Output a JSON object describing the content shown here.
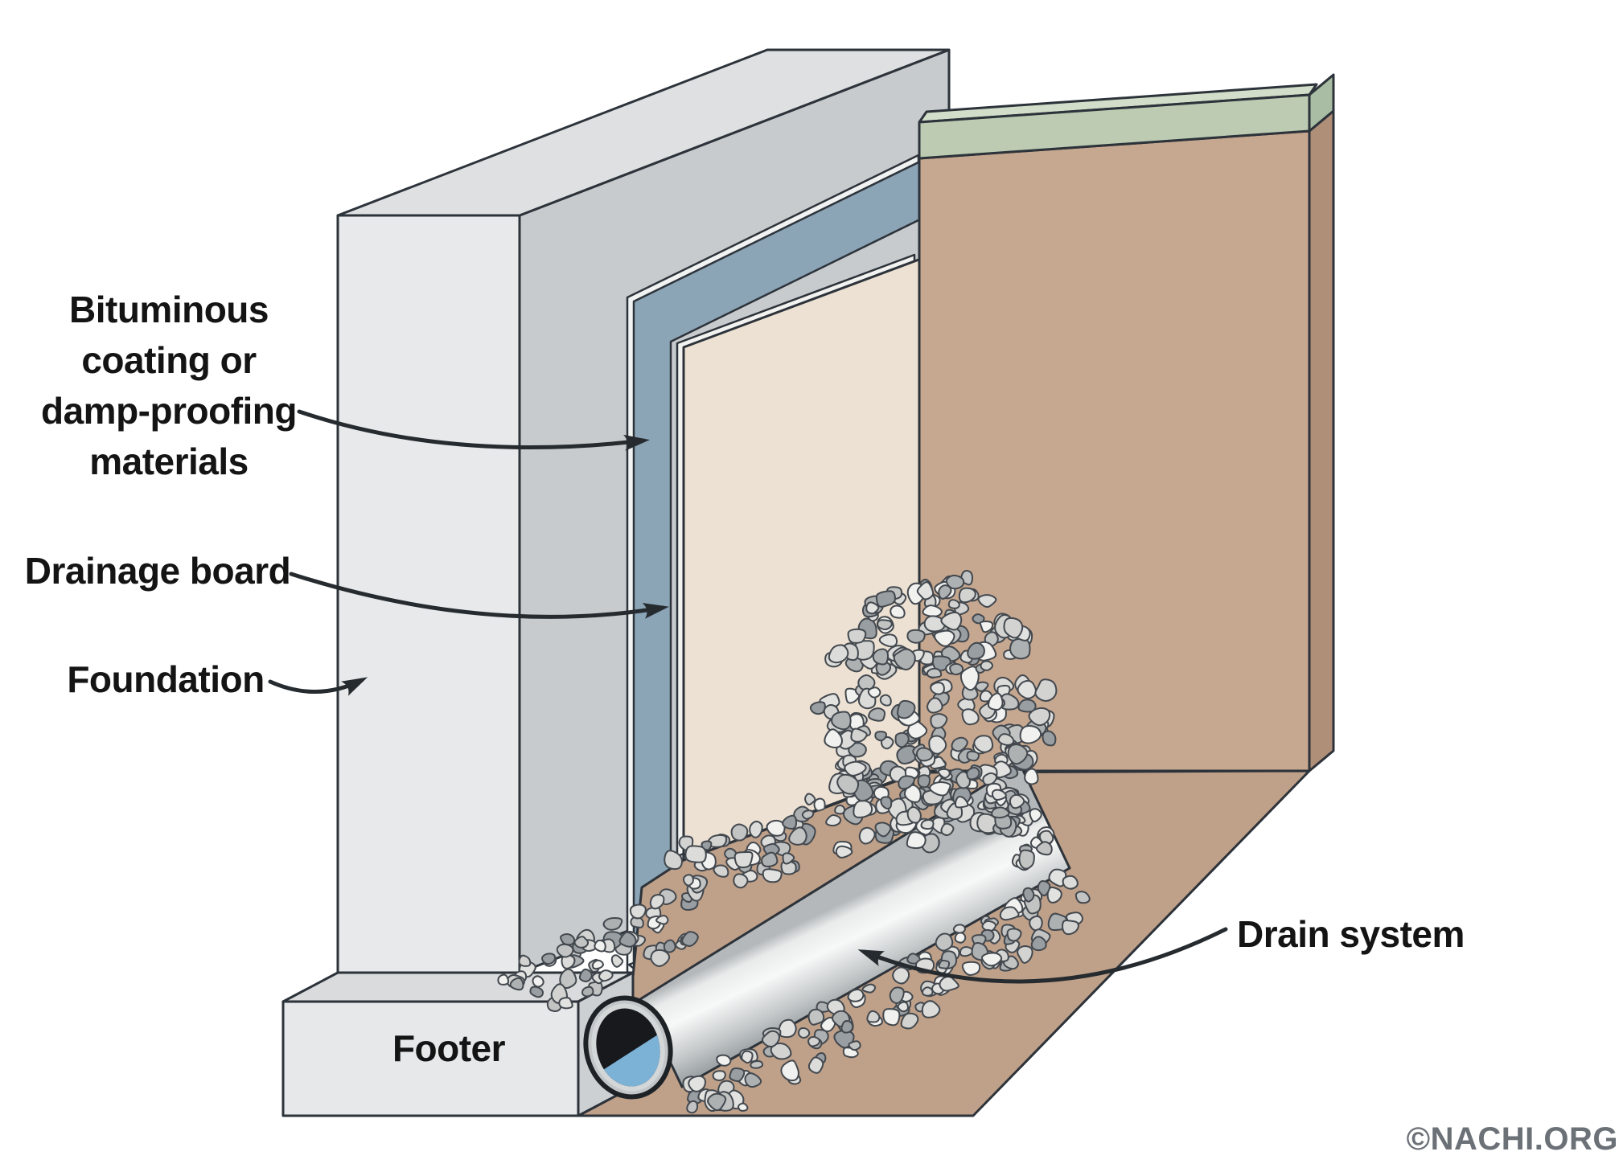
{
  "diagram": {
    "type": "cutaway-construction-diagram",
    "subject": "Foundation exterior damp-proofing and drain system",
    "copyright": "©NACHI.ORG",
    "labels": {
      "bituminous": {
        "line1": "Bituminous",
        "line2": "coating or",
        "line3": "damp-proofing",
        "line4": "materials"
      },
      "drainage_board": "Drainage board",
      "foundation": "Foundation",
      "footer": "Footer",
      "drain_system": "Drain system"
    },
    "colors": {
      "outline": "#2d333a",
      "foundation_front": "#e8e9ea",
      "foundation_top": "#dee0e1",
      "foundation_side": "#c8cbcd",
      "coating_light": "#f1f2f2",
      "board_blue": "#8ba4b6",
      "backfill_cream": "#ede1d3",
      "footer_front": "#e6e8e9",
      "footer_top": "#d9dbdc",
      "footer_end": "#cdd0d2",
      "floor_tan": "#bfa089",
      "soil_front": "#c6a78f",
      "soil_side": "#b08f79",
      "grass_front": "#bccbb2",
      "grass_top": "#d2dec9",
      "grass_side": "#a9bda4",
      "pipe_dark_interior": "#17191c",
      "water_blue": "#7db2d7",
      "label_color": "#141414",
      "copyright_color": "#6b7177",
      "gravel_palette": [
        "#f1f1ef",
        "#e2e2e0",
        "#d3d4d2",
        "#c2c4c3",
        "#aeb1b2",
        "#989ea1",
        "#dcdcda"
      ]
    }
  }
}
